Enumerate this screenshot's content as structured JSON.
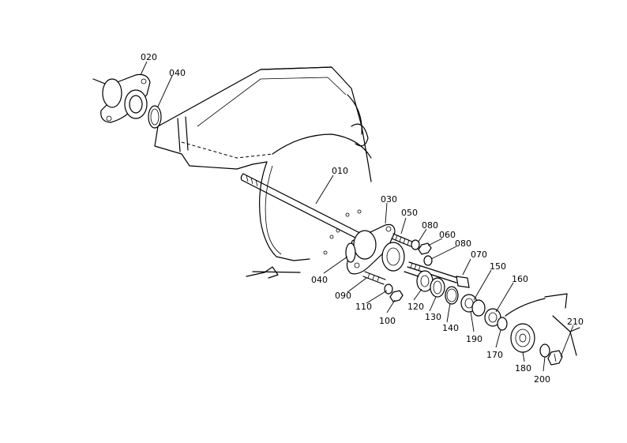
{
  "labels": {
    "p010": "010",
    "p020": "020",
    "p030": "030",
    "p040a": "040",
    "p040b": "040",
    "p050": "050",
    "p060": "060",
    "p070": "070",
    "p080a": "080",
    "p080b": "080",
    "p090": "090",
    "p100": "100",
    "p110": "110",
    "p120": "120",
    "p130": "130",
    "p140": "140",
    "p150": "150",
    "p160": "160",
    "p170": "170",
    "p180": "180",
    "p190": "190",
    "p200": "200",
    "p210": "210"
  }
}
